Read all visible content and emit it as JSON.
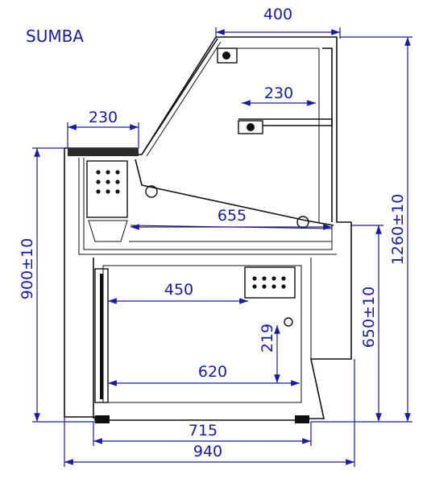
{
  "model_name": "SUMBA",
  "dimensions": {
    "top_width": "400",
    "glass_shelf_depth": "230",
    "counter_depth": "230",
    "display_depth": "655",
    "overall_height": "1260±10",
    "counter_height": "900±10",
    "display_floor_height": "650±10",
    "storage_upper_depth": "450",
    "storage_gap_height": "219",
    "storage_lower_depth": "620",
    "base_depth": "715",
    "overall_depth": "940"
  }
}
